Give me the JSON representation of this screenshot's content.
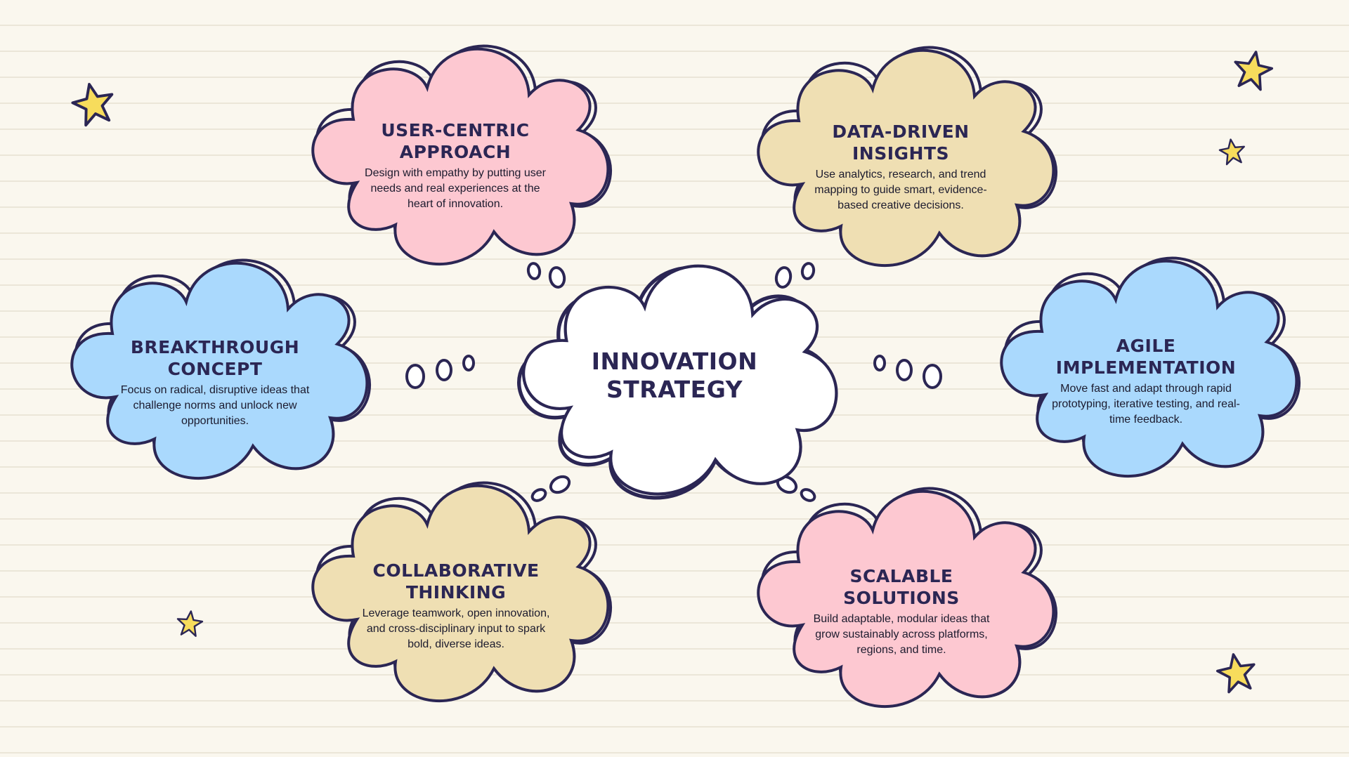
{
  "center": {
    "title": "INNOVATION\nSTRATEGY"
  },
  "colors": {
    "outline": "#2b2654",
    "pink": "#fdc8d1",
    "blue": "#aad9fd",
    "tan": "#efdfb3",
    "center": "#ffffff",
    "star": "#f7dc5c",
    "background": "#faf7ee"
  },
  "clouds": [
    {
      "id": "user-centric",
      "color": "pink",
      "title": "USER-CENTRIC\nAPPROACH",
      "description": "Design with empathy by putting user needs and real experiences at the heart of innovation."
    },
    {
      "id": "data-driven",
      "color": "tan",
      "title": "DATA-DRIVEN\nINSIGHTS",
      "description": "Use analytics, research, and trend mapping to guide smart, evidence-based creative decisions."
    },
    {
      "id": "breakthrough",
      "color": "blue",
      "title": "BREAKTHROUGH\nCONCEPT",
      "description": "Focus on radical, disruptive ideas that challenge norms and unlock new opportunities."
    },
    {
      "id": "agile",
      "color": "blue",
      "title": "AGILE\nIMPLEMENTATION",
      "description": "Move fast and adapt through rapid prototyping, iterative testing, and real-time feedback."
    },
    {
      "id": "collaborative",
      "color": "tan",
      "title": "COLLABORATIVE\nTHINKING",
      "description": "Leverage teamwork, open innovation, and cross-disciplinary input to spark bold, diverse ideas."
    },
    {
      "id": "scalable",
      "color": "pink",
      "title": "SCALABLE\nSOLUTIONS",
      "description": "Build adaptable, modular ideas that grow sustainably across platforms, regions, and time."
    }
  ],
  "decorations": {
    "star_icon": "star-icon",
    "bubble_icon": "thought-bubble-icon"
  }
}
